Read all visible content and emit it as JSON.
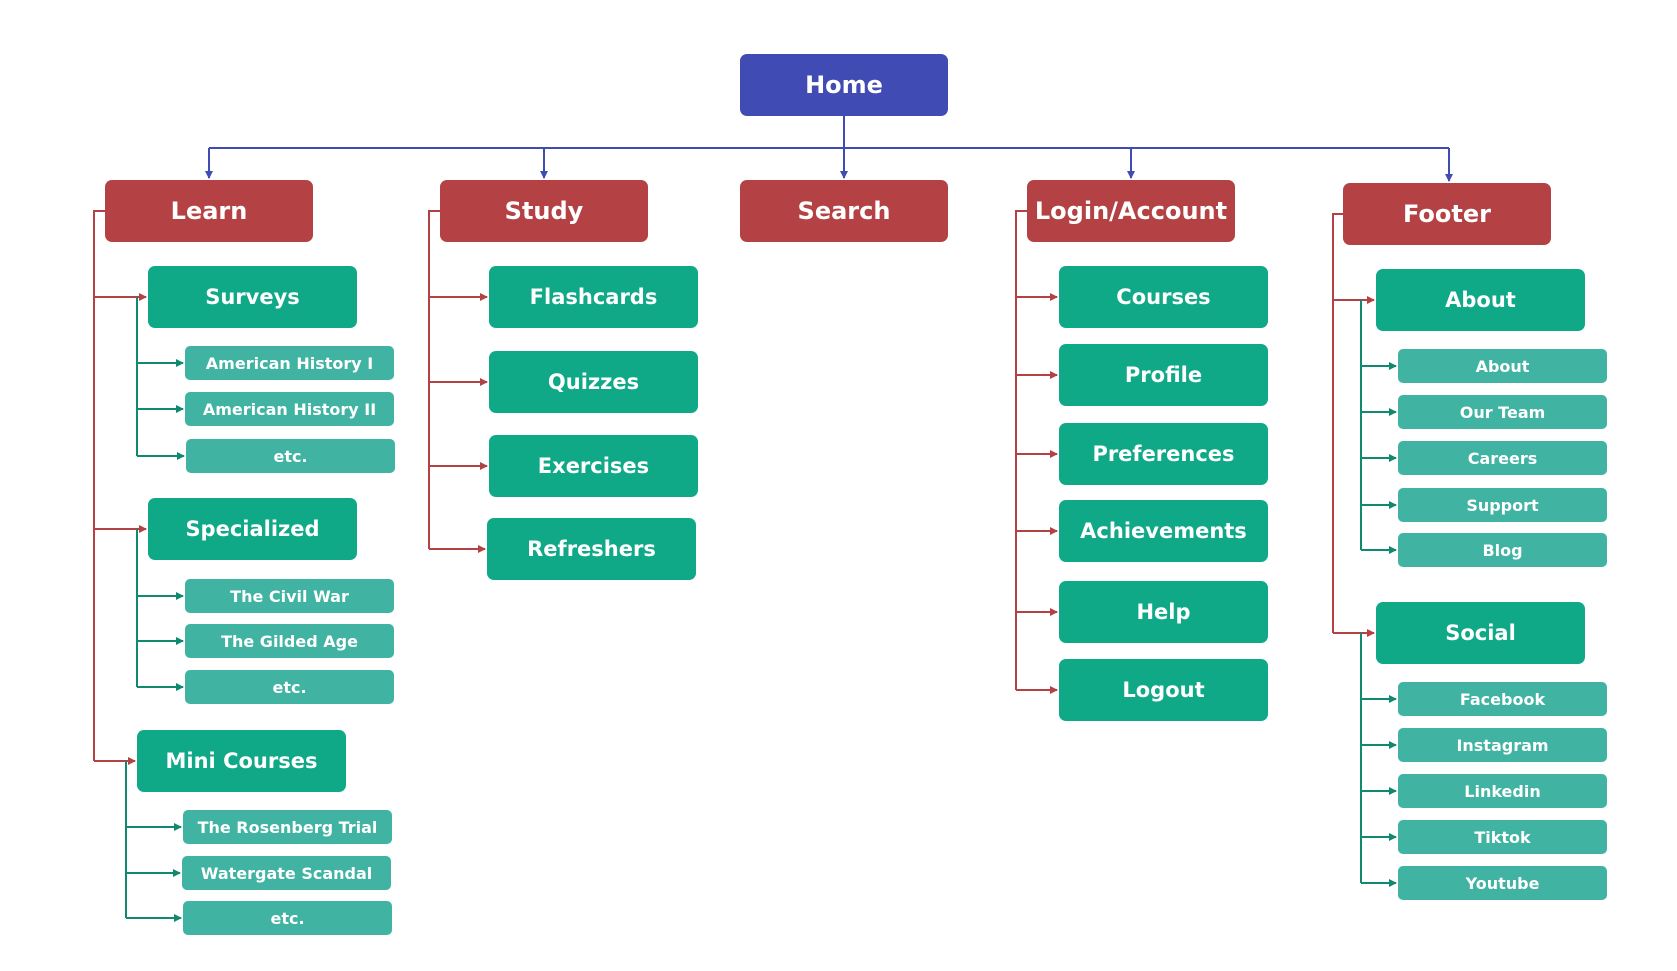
{
  "colors": {
    "home": "#414bb4",
    "section": "#b44244",
    "subsection": "#0fa988",
    "leaf": "#40b3a2",
    "home_connector": "#414bb4",
    "section_connector": "#b44244",
    "sub_connector": "#0f8a70"
  },
  "home": {
    "label": "Home"
  },
  "learn": {
    "label": "Learn",
    "surveys": {
      "label": "Surveys",
      "items": [
        "American History I",
        "American History II",
        "etc."
      ]
    },
    "specialized": {
      "label": "Specialized",
      "items": [
        "The Civil War",
        "The Gilded Age",
        "etc."
      ]
    },
    "mini_courses": {
      "label": "Mini Courses",
      "items": [
        "The Rosenberg Trial",
        "Watergate Scandal",
        "etc."
      ]
    }
  },
  "study": {
    "label": "Study",
    "items": [
      "Flashcards",
      "Quizzes",
      "Exercises",
      "Refreshers"
    ]
  },
  "search": {
    "label": "Search"
  },
  "account": {
    "label": "Login/Account",
    "items": [
      "Courses",
      "Profile",
      "Preferences",
      "Achievements",
      "Help",
      "Logout"
    ]
  },
  "footer": {
    "label": "Footer",
    "about": {
      "label": "About",
      "items": [
        "About",
        "Our Team",
        "Careers",
        "Support",
        "Blog"
      ]
    },
    "social": {
      "label": "Social",
      "items": [
        "Facebook",
        "Instagram",
        "Linkedin",
        "Tiktok",
        "Youtube"
      ]
    }
  }
}
